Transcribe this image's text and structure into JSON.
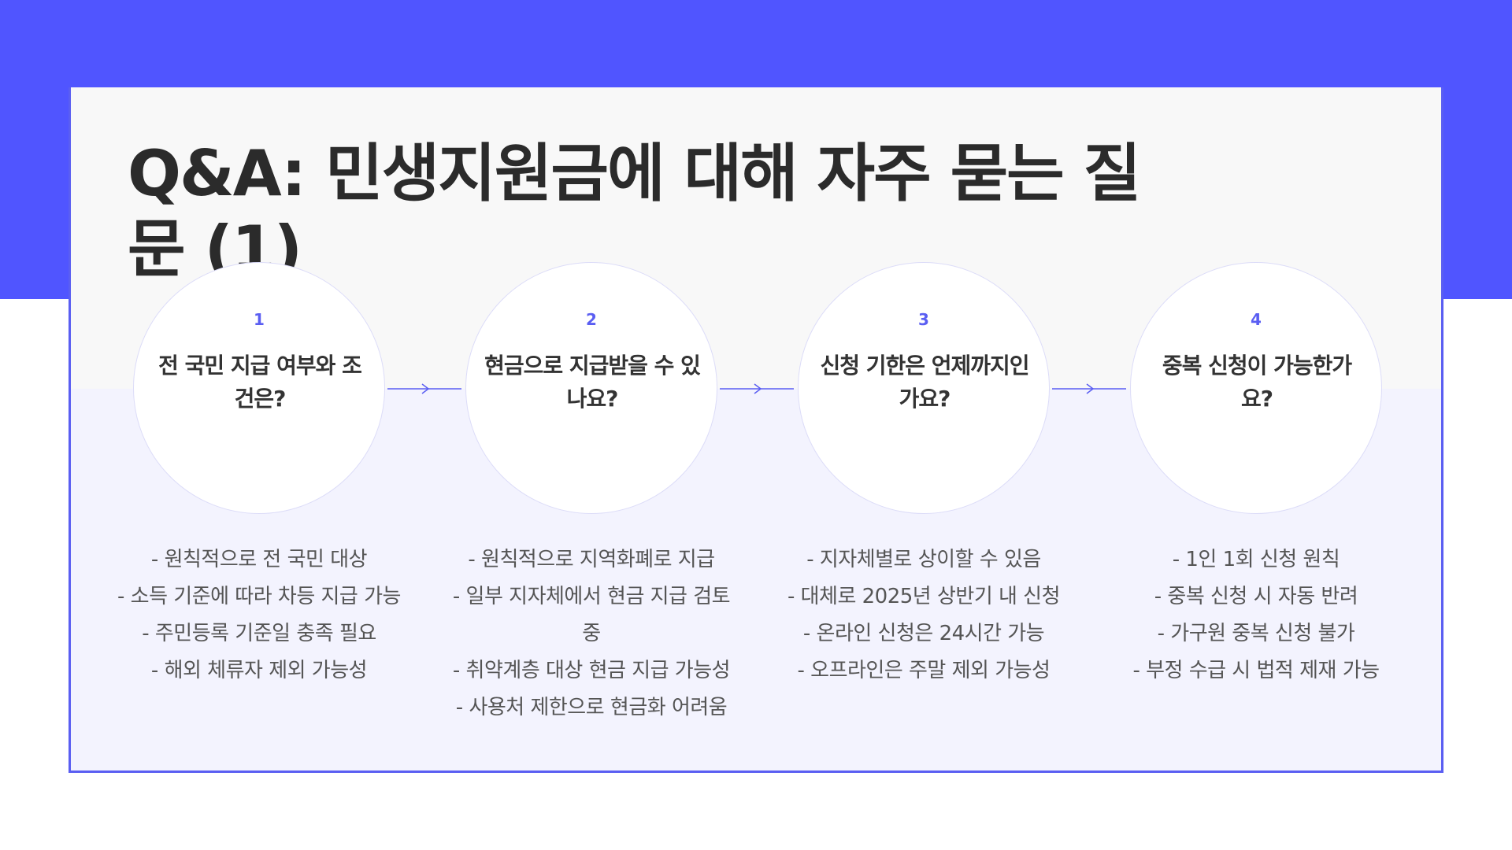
{
  "slide": {
    "title": "Q&A: 민생지원금에 대해 자주 묻는 질문 (1)",
    "accent_color": "#5055ff",
    "steps": [
      {
        "number": "1",
        "question": "전 국민 지급 여부와 조건은?",
        "answers": [
          "- 원칙적으로 전 국민 대상",
          "- 소득 기준에 따라 차등 지급 가능",
          "- 주민등록 기준일 충족 필요",
          "- 해외 체류자 제외 가능성"
        ]
      },
      {
        "number": "2",
        "question": "현금으로 지급받을 수 있나요?",
        "answers": [
          "- 원칙적으로 지역화폐로 지급",
          "- 일부 지자체에서 현금 지급 검토 중",
          "- 취약계층 대상 현금 지급 가능성",
          "- 사용처 제한으로 현금화 어려움"
        ]
      },
      {
        "number": "3",
        "question": "신청 기한은 언제까지인가요?",
        "answers": [
          "- 지자체별로 상이할 수 있음",
          "- 대체로 2025년 상반기 내 신청",
          "- 온라인 신청은 24시간 가능",
          "- 오프라인은 주말 제외 가능성"
        ]
      },
      {
        "number": "4",
        "question": "중복 신청이 가능한가요?",
        "answers": [
          "- 1인 1회 신청 원칙",
          "- 중복 신청 시 자동 반려",
          "- 가구원 중복 신청 불가",
          "- 부정 수급 시 법적 제재 가능"
        ]
      }
    ]
  }
}
